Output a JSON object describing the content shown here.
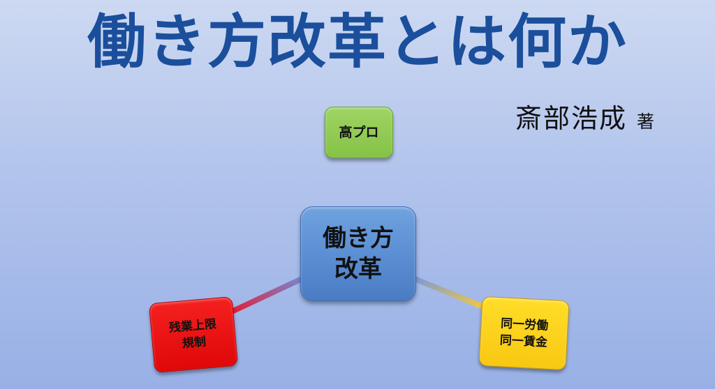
{
  "title": "働き方改革とは何か",
  "author": {
    "name": "斎部浩成",
    "suffix": "著"
  },
  "diagram": {
    "center": {
      "label": "働き方\n改革",
      "color": "#5b8fd4"
    },
    "nodes": [
      {
        "id": "top",
        "label": "高プロ",
        "color": "#8cc84b"
      },
      {
        "id": "left",
        "label": "残業上限\n規制",
        "color": "#ee1111"
      },
      {
        "id": "right",
        "label": "同一労働\n同一賃金",
        "color": "#ffd21a"
      }
    ]
  },
  "colors": {
    "title": "#1b4f9c",
    "background_top": "#cdd9f2",
    "background_bottom": "#98b0e6"
  }
}
